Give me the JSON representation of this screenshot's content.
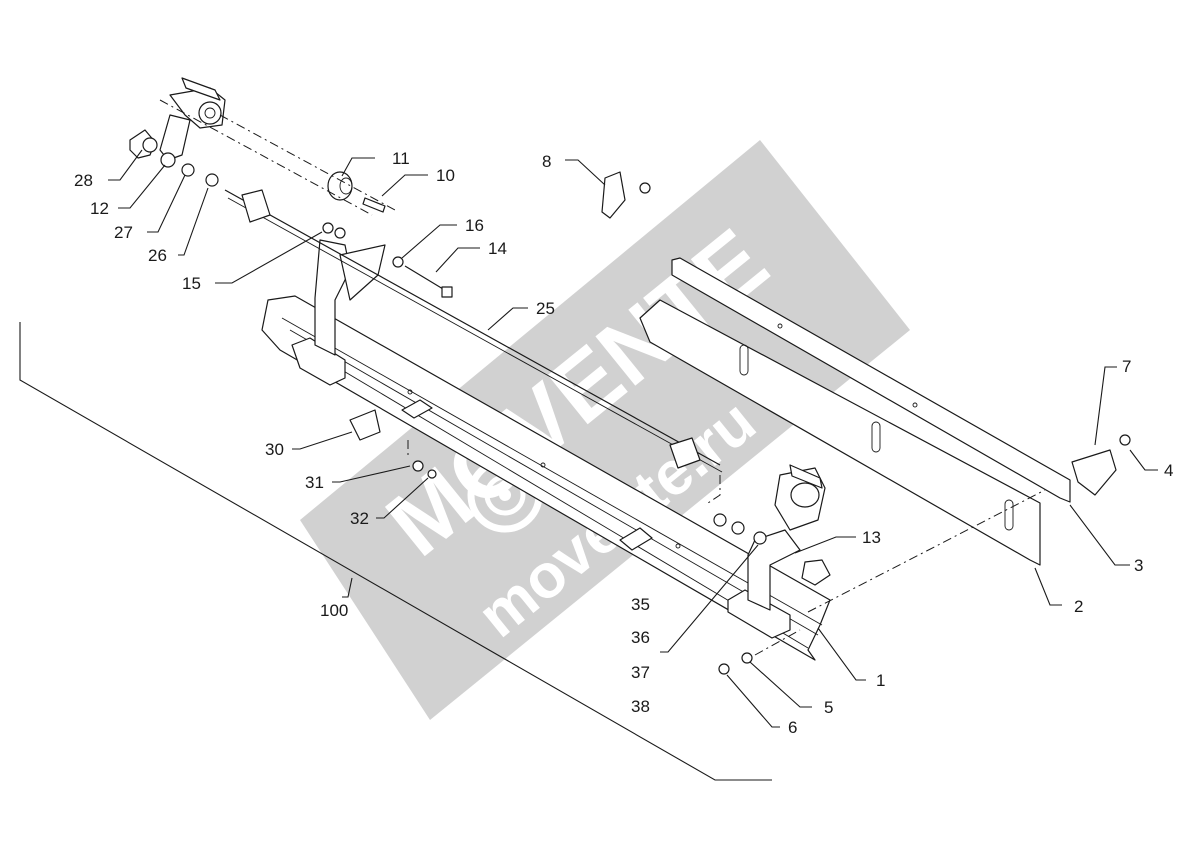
{
  "watermark": {
    "brand": "MOVENTE",
    "domain": "movente.ru",
    "color": "#c9c9c9"
  },
  "labels": {
    "p1": "1",
    "p2": "2",
    "p3": "3",
    "p4": "4",
    "p5": "5",
    "p6": "6",
    "p7": "7",
    "p8": "8",
    "p10": "10",
    "p11": "11",
    "p12": "12",
    "p13": "13",
    "p14": "14",
    "p15": "15",
    "p16": "16",
    "p25": "25",
    "p26": "26",
    "p27": "27",
    "p28": "28",
    "p30": "30",
    "p31": "31",
    "p32": "32",
    "p35": "35",
    "p36": "36",
    "p37": "37",
    "p38": "38",
    "p100": "100"
  }
}
